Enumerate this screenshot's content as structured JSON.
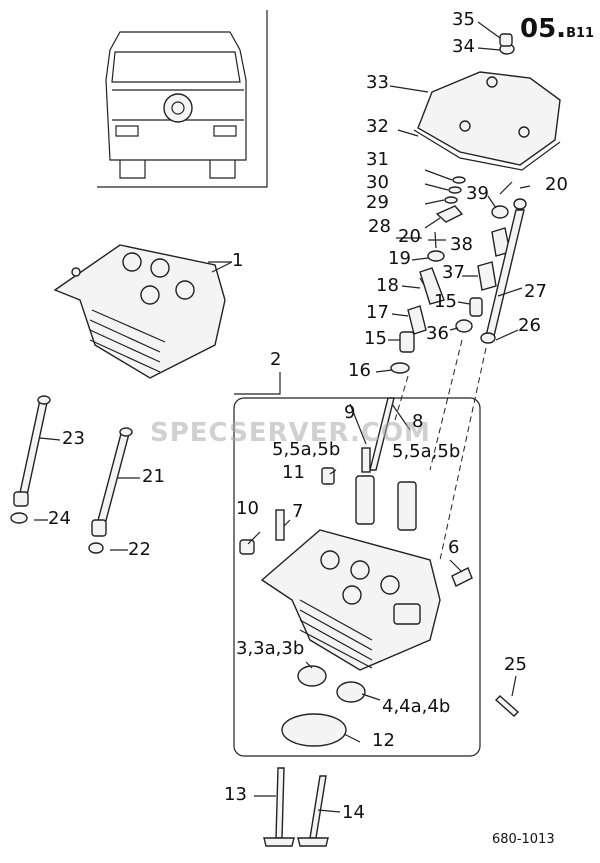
{
  "header": {
    "code": "05.",
    "sub": "B11"
  },
  "document_number": "680-1013",
  "watermark": "SPECSERVER.COM",
  "labels": {
    "p1": "1",
    "p2": "2",
    "p3": "3,3a,3b",
    "p4": "4,4a,4b",
    "p5a": "5,5a,5b",
    "p5b": "5,5a,5b",
    "p6": "6",
    "p7": "7",
    "p8": "8",
    "p9": "9",
    "p10": "10",
    "p11": "11",
    "p12": "12",
    "p13": "13",
    "p14": "14",
    "p15a": "15",
    "p15b": "15",
    "p16": "16",
    "p17": "17",
    "p18": "18",
    "p19": "19",
    "p20a": "20",
    "p20b": "20",
    "p21": "21",
    "p22": "22",
    "p23": "23",
    "p24": "24",
    "p25": "25",
    "p26": "26",
    "p27": "27",
    "p28": "28",
    "p29": "29",
    "p30": "30",
    "p31": "31",
    "p32": "32",
    "p33": "33",
    "p34": "34",
    "p35": "35",
    "p36": "36",
    "p37": "37",
    "p38": "38",
    "p39": "39"
  }
}
